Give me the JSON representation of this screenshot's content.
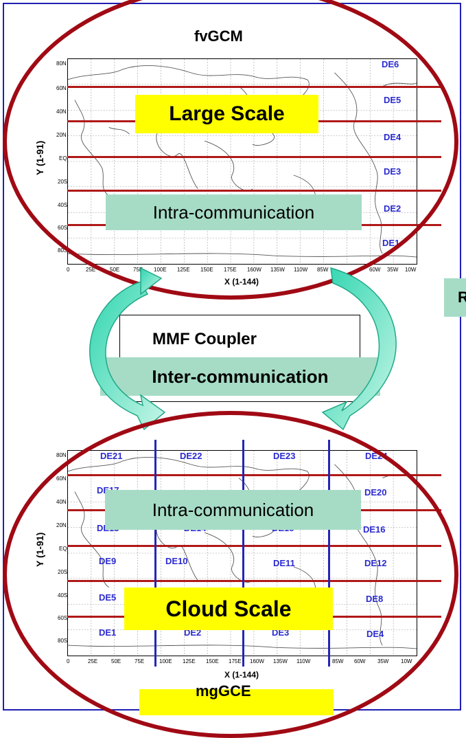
{
  "top": {
    "title": "fvGCM",
    "scale_label": "Large Scale",
    "comm_label": "Intra-communication",
    "x_axis_label": "X  (1-144)",
    "y_axis_label": "Y  (1-91)",
    "lat_ticks": [
      "80N",
      "60N",
      "40N",
      "20N",
      "EQ",
      "20S",
      "40S",
      "60S",
      "80S"
    ],
    "lon_ticks": [
      "0",
      "25E",
      "50E",
      "75E",
      "100E",
      "125E",
      "150E",
      "175E",
      "160W",
      "135W",
      "110W",
      "85W",
      "60W",
      "35W",
      "10W"
    ],
    "domains": [
      "DE6",
      "DE5",
      "DE4",
      "DE3",
      "DE2",
      "DE1"
    ]
  },
  "middle": {
    "coupler_label": "MMF Coupler",
    "inter_label": "Inter-communication",
    "right_partial": "R"
  },
  "bottom": {
    "title": "mgGCE",
    "scale_label": "Cloud Scale",
    "comm_label": "Intra-communication",
    "x_axis_label": "X  (1-144)",
    "y_axis_label": "Y  (1-91)",
    "lat_ticks": [
      "80N",
      "60N",
      "40N",
      "20N",
      "EQ",
      "20S",
      "40S",
      "60S",
      "80S"
    ],
    "lon_ticks": [
      "0",
      "25E",
      "50E",
      "75E",
      "100E",
      "125E",
      "150E",
      "175E",
      "160W",
      "135W",
      "110W",
      "85W",
      "60W",
      "35W",
      "10W"
    ],
    "domains": [
      "DE21",
      "DE22",
      "DE23",
      "DE24",
      "DE17",
      "DE20",
      "DE13",
      "DE14",
      "DE15",
      "DE16",
      "DE9",
      "DE10",
      "DE11",
      "DE12",
      "DE5",
      "DE8",
      "DE1",
      "DE2",
      "DE3",
      "DE4"
    ]
  },
  "colors": {
    "ellipse": "#a00a14",
    "row_line": "#b01818",
    "col_line": "#2525b8",
    "domain_text": "#2a2ad0",
    "highlight_yellow": "#ffff00",
    "highlight_teal": "#a6dcc6",
    "frame": "#1f1fb4"
  }
}
